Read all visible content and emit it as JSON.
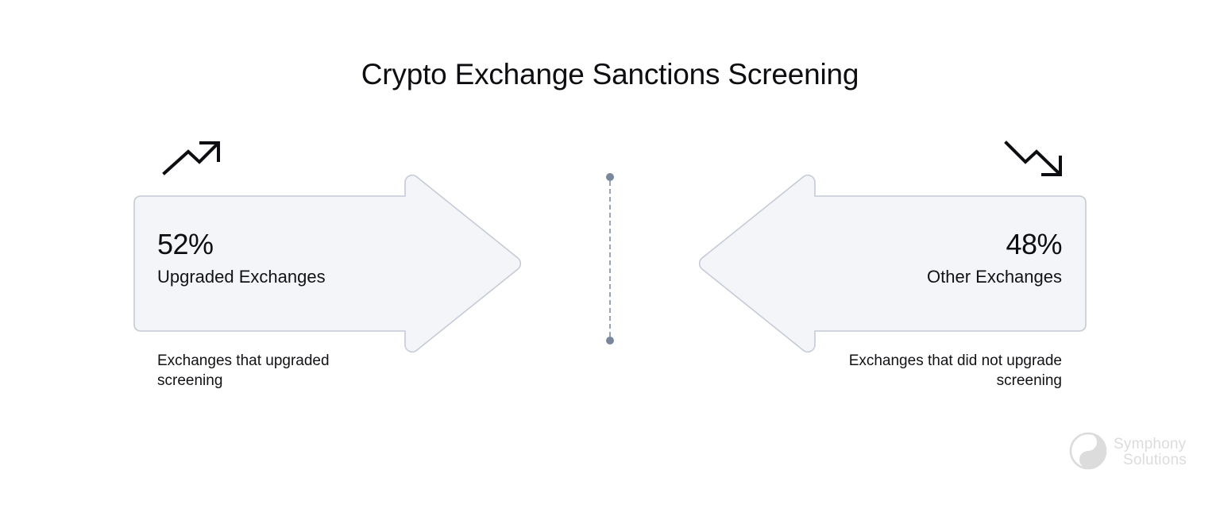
{
  "page": {
    "title": "Crypto Exchange Sanctions Screening",
    "background_color": "#ffffff"
  },
  "theme": {
    "arrow_fill": "#f3f5f9",
    "arrow_border": "#c5cad6",
    "divider_dot": "#78879b",
    "divider_dash": "#9aa5b4",
    "text_color": "#111215",
    "logo_color": "#dcdcdc"
  },
  "chart_data": {
    "type": "bar",
    "title": "Crypto Exchange Sanctions Screening",
    "categories": [
      "Upgraded Exchanges",
      "Other Exchanges"
    ],
    "values": [
      52,
      48
    ],
    "value_labels": [
      "52%",
      "48%"
    ],
    "unit": "%",
    "xlabel": "",
    "ylabel": "",
    "ylim": [
      0,
      100
    ],
    "grid": false,
    "legend": "none",
    "annotations": [
      "Exchanges that upgraded screening",
      "Exchanges that did not upgrade screening"
    ]
  },
  "left_panel": {
    "icon": "trending-up-icon",
    "value": "52%",
    "label": "Upgraded Exchanges",
    "caption": "Exchanges that upgraded screening",
    "direction": "right"
  },
  "right_panel": {
    "icon": "trending-down-icon",
    "value": "48%",
    "label": "Other Exchanges",
    "caption": "Exchanges that did not upgrade screening",
    "direction": "left"
  },
  "divider": {
    "style": "dashed-vertical",
    "endpoints": 2
  },
  "logo": {
    "mark": "symphony-circle-mark",
    "line1": "Symphony",
    "line2": "Solutions"
  }
}
